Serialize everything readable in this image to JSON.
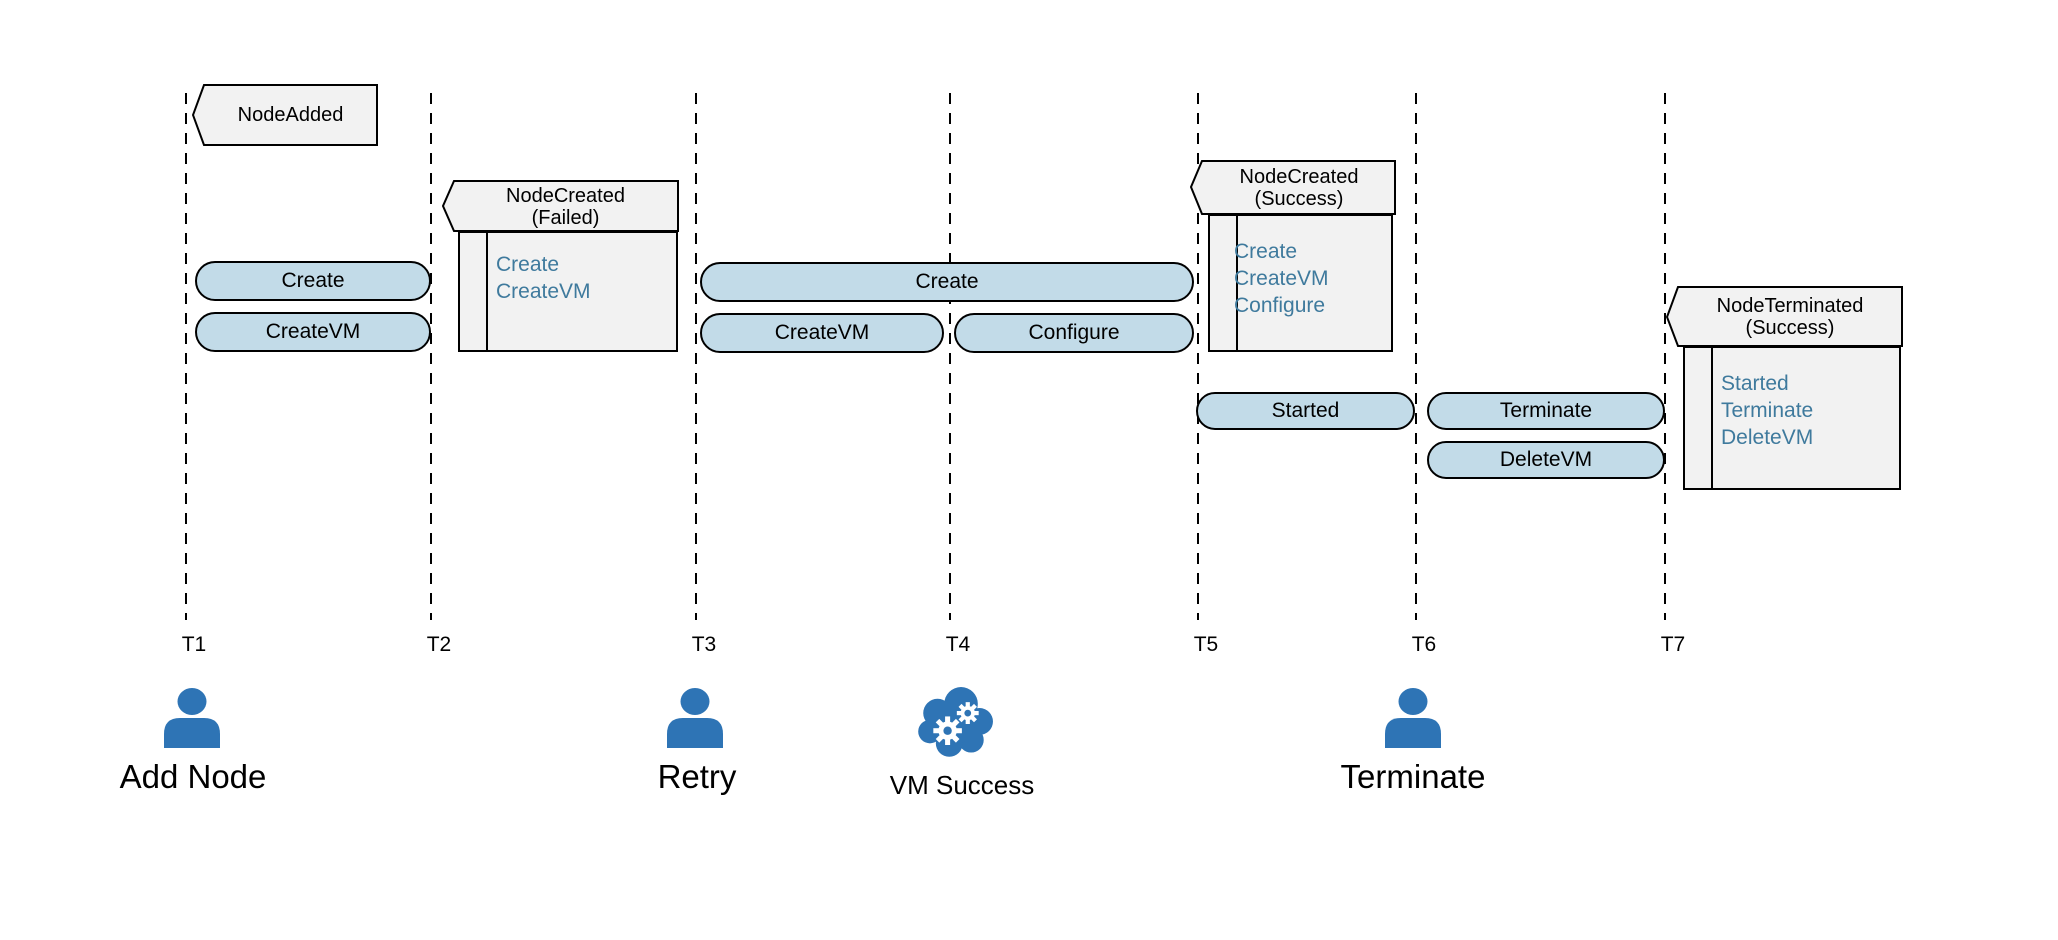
{
  "colors": {
    "background": "#ffffff",
    "pill_fill": "#c2dbe8",
    "panel_fill": "#f2f2f2",
    "border": "#000000",
    "history_text": "#3f7a9d",
    "actor_blue": "#2e74b5",
    "label_text": "#000000"
  },
  "ticks": [
    "T1",
    "T2",
    "T3",
    "T4",
    "T5",
    "T6",
    "T7"
  ],
  "flags": [
    {
      "title": "NodeAdded"
    },
    {
      "title": "NodeCreated",
      "subtitle": "(Failed)",
      "history": [
        "Create",
        "CreateVM"
      ]
    },
    {
      "title": "NodeCreated",
      "subtitle": "(Success)",
      "history": [
        "Create",
        "CreateVM",
        "Configure"
      ]
    },
    {
      "title": "NodeTerminated",
      "subtitle": "(Success)",
      "history": [
        "Started",
        "Terminate",
        "DeleteVM"
      ]
    }
  ],
  "pills": [
    {
      "label": "Create"
    },
    {
      "label": "CreateVM"
    },
    {
      "label": "Create"
    },
    {
      "label": "CreateVM"
    },
    {
      "label": "Configure"
    },
    {
      "label": "Started"
    },
    {
      "label": "Terminate"
    },
    {
      "label": "DeleteVM"
    }
  ],
  "actors": [
    {
      "label": "Add Node",
      "icon": "person"
    },
    {
      "label": "Retry",
      "icon": "person"
    },
    {
      "label": "VM Success",
      "icon": "cloud-gears"
    },
    {
      "label": "Terminate",
      "icon": "person"
    }
  ]
}
